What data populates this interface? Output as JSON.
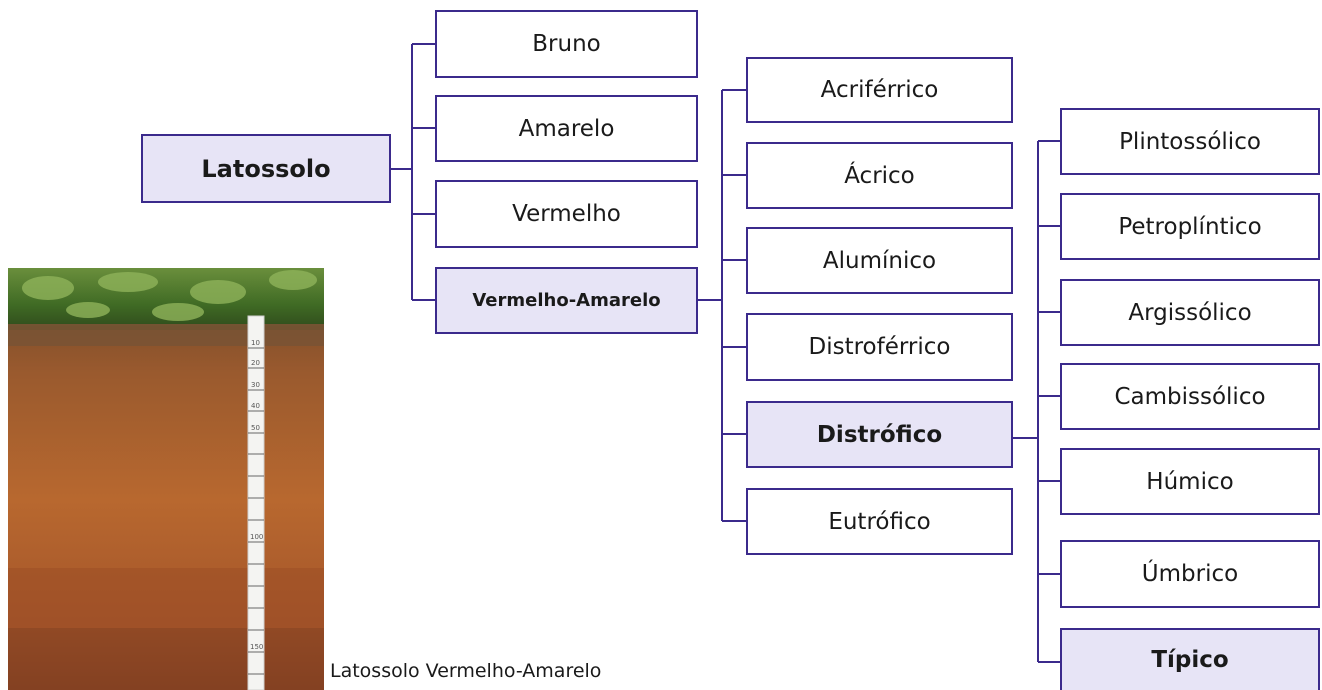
{
  "root": {
    "label": "Latossolo"
  },
  "suborders": [
    "Bruno",
    "Amarelo",
    "Vermelho",
    "Vermelho-Amarelo"
  ],
  "great_groups": [
    "Acriférrico",
    "Ácrico",
    "Alumínico",
    "Distroférrico",
    "Distrófico",
    "Eutrófico"
  ],
  "subgroups": [
    "Plintossólico",
    "Petroplíntico",
    "Argissólico",
    "Cambissólico",
    "Húmico",
    "Úmbrico",
    "Típico"
  ],
  "photo": {
    "caption": "Latossolo Vermelho-Amarelo",
    "ruler_marks": [
      "10",
      "20",
      "30",
      "40",
      "50",
      "100",
      "150"
    ]
  },
  "colors": {
    "line": "#3b2a8c",
    "highlight": "#e7e4f6"
  }
}
